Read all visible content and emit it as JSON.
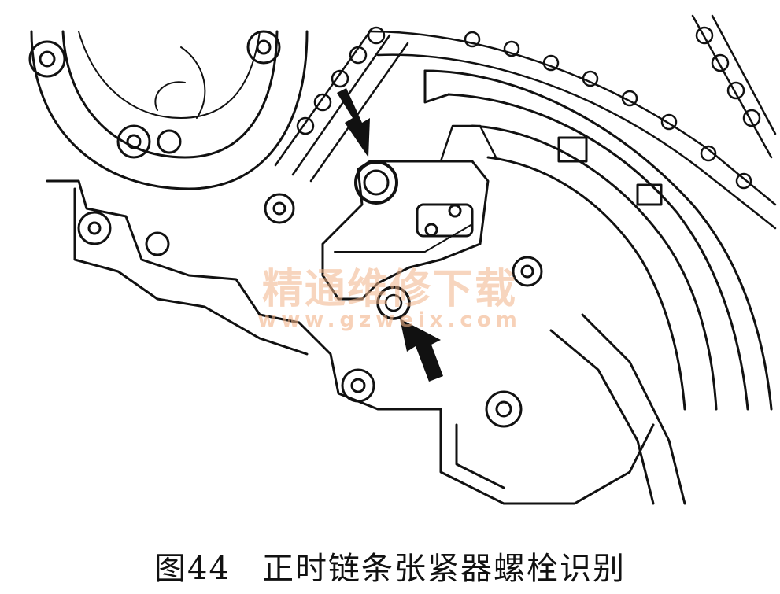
{
  "caption": {
    "figure_number": "图44",
    "title": "正时链条张紧器螺栓识别"
  },
  "watermark": {
    "name": "精通维修下载",
    "url": "www.gzweix.com",
    "color": "#f2b48a"
  },
  "colors": {
    "line": "#111111",
    "background": "#ffffff"
  }
}
